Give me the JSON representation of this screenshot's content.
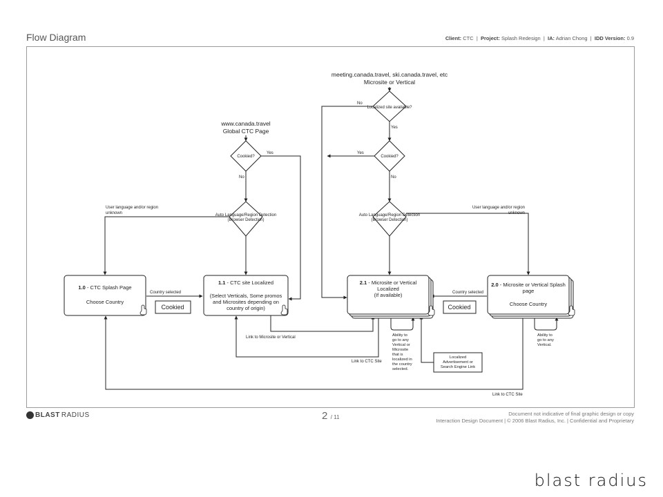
{
  "header": {
    "title": "Flow Diagram",
    "client_label": "Client:",
    "client_value": "CTC",
    "project_label": "Project:",
    "project_value": "Splash Redesign",
    "ia_label": "IA:",
    "ia_value": "Adrian Chong",
    "version_label": "IDD Version:",
    "version_value": "0.9"
  },
  "diagram": {
    "entry_left_line1": "www.canada.travel",
    "entry_left_line2": "Global CTC Page",
    "entry_right_line1": "meeting.canada.travel, ski.canada.travel, etc",
    "entry_right_line2": "Microsite or Vertical",
    "decision_cookied": "Cookied?",
    "decision_localized": "Localized site available?",
    "yes": "Yes",
    "no": "No",
    "auto_detect_line1": "Auto Language/Region Detection",
    "auto_detect_line2": "(Browser Detection)",
    "unknown_line1": "User language and/or region",
    "unknown_line2": "unknown",
    "box_1_0_id": "1.0",
    "box_1_0_title": " - CTC Splash Page",
    "box_1_0_body": "Choose Country",
    "box_1_1_id": "1.1",
    "box_1_1_title": " - CTC site Localized",
    "box_1_1_body": [
      "(Select Verticals, Some promos",
      "and Microsites depending on",
      "country of origin)"
    ],
    "box_2_1_id": "2.1",
    "box_2_1_title": " - Microsite or Vertical",
    "box_2_1_body": [
      "Localized",
      "(If available)"
    ],
    "box_2_0_id": "2.0",
    "box_2_0_title": " - Microsite or Vertical Splash",
    "box_2_0_title2": "page",
    "box_2_0_body": "Choose Country",
    "country_selected": "Country selected",
    "cookied_tag": "Cookied",
    "link_microsite": "Link to Microsite or Vertical",
    "link_ctc": "Link to CTC Site",
    "ability_left": [
      "Ability to",
      "go to any",
      "Vertical or",
      "Microsite",
      "that is",
      "localized in",
      "the country",
      "selected."
    ],
    "ability_right": [
      "Ability to",
      "go to any",
      "Vertical."
    ],
    "localized_ad": [
      "Localized",
      "Advertisement or",
      "Search Engine Link"
    ]
  },
  "footer": {
    "logo_bold": "BLAST",
    "logo_rest": "RADIUS",
    "page_current": "2",
    "page_total": "/ 11",
    "disclaimer": "Document not indicative of  final graphic design or copy",
    "copyright": "Interaction Design Document  |  © 2006 Blast Radius, Inc.  |  Confidential and Proprietary",
    "brand_mark": "BLAST RADIUS"
  }
}
